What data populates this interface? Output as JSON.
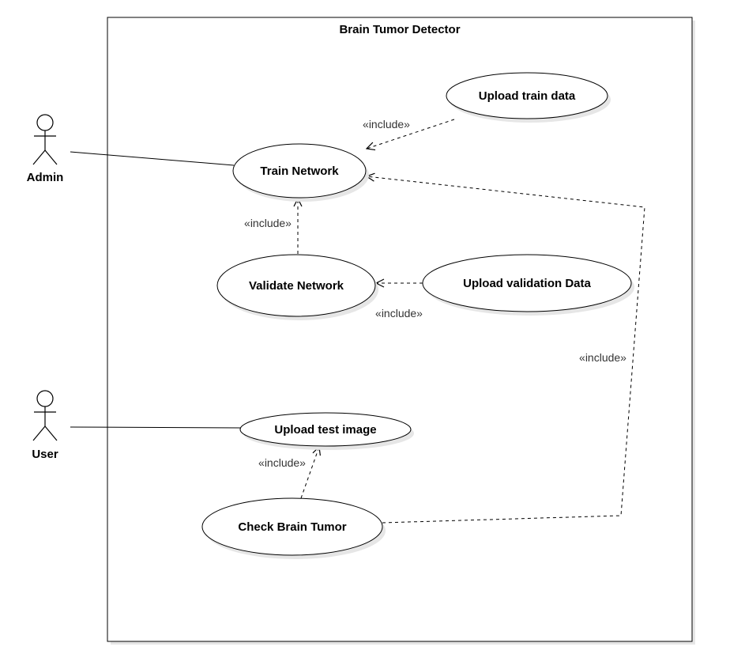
{
  "system": {
    "title": "Brain Tumor Detector"
  },
  "actors": {
    "admin": "Admin",
    "user": "User"
  },
  "use_cases": {
    "upload_train_data": "Upload train data",
    "train_network": "Train Network",
    "validate_network": "Validate Network",
    "upload_validation_data": "Upload validation Data",
    "upload_test_image": "Upload test image",
    "check_brain_tumor": "Check Brain Tumor"
  },
  "relations": {
    "include_upload_train": "«include»",
    "include_validate_train": "«include»",
    "include_upload_validation": "«include»",
    "include_check_train": "«include»",
    "include_check_upload_test": "«include»"
  },
  "colors": {
    "stroke": "#000000",
    "fill": "#ffffff",
    "shadow": "#e6e6e6",
    "label": "#333333"
  }
}
